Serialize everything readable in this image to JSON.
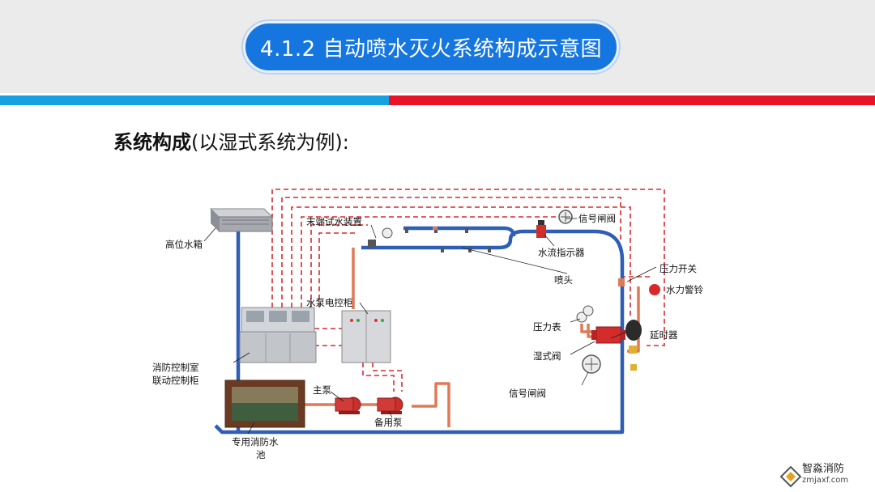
{
  "header": {
    "title": "4.1.2 自动喷水灭火系统构成示意图"
  },
  "section": {
    "heading_bold": "系统构成",
    "heading_rest": "(以湿式系统为例):"
  },
  "diagram": {
    "labels": {
      "high_tank": "高位水箱",
      "test_device": "末端试水装置",
      "signal_valve_top": "信号闸阀",
      "flow_indicator": "水流指示器",
      "sprinkler_head": "喷头",
      "pressure_switch": "压力开关",
      "water_bell": "水力警铃",
      "pump_cabinet": "水泵电控柜",
      "pressure_gauge": "压力表",
      "delay_device": "延时器",
      "wet_valve": "湿式阀",
      "control_room_1": "消防控制室",
      "control_room_2": "联动控制柜",
      "signal_valve_bottom": "信号闸阀",
      "main_pump": "主泵",
      "standby_pump": "备用泵",
      "pool_1": "专用消防水",
      "pool_2": "池"
    },
    "colors": {
      "pipe_blue": "#2e5fb5",
      "pipe_orange": "#e07a55",
      "signal_red": "#d8282c",
      "valve_red": "#d42b2b"
    }
  },
  "logo": {
    "name": "智淼消防",
    "domain": "zmjaxf.com"
  }
}
